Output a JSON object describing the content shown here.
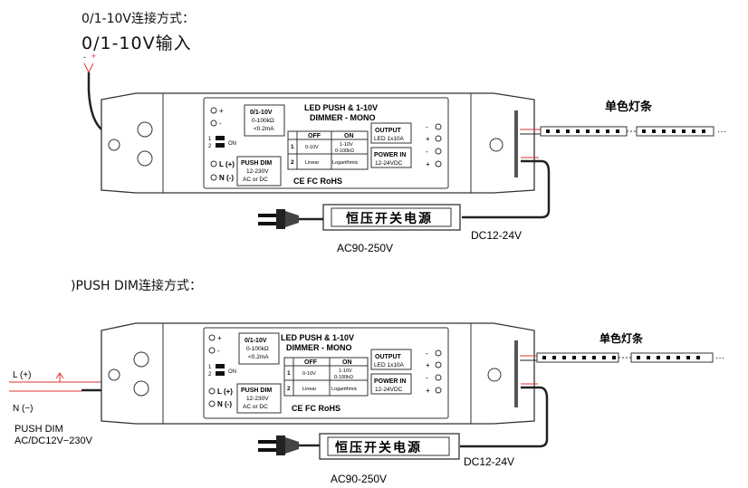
{
  "diagram1": {
    "caption_small": "0/1-10V连接方式：",
    "caption_large": "0/1-10V输入",
    "input_minus": "-",
    "input_plus": "+",
    "strip_label": "单色灯条",
    "psu_label": "恒压开关电源",
    "ac_label": "AC90-250V",
    "dc_label": "DC12-24V",
    "strip_ellipsis": "···"
  },
  "diagram2": {
    "caption": ")PUSH DIM连接方式：",
    "l_label": "L (+)",
    "n_label": "N (−)",
    "push_dim_line1": "PUSH DIM",
    "push_dim_line2": "AC/DC12V−230V",
    "strip_label": "单色灯条",
    "psu_label": "恒压开关电源",
    "ac_label": "AC90-250V",
    "dc_label": "DC12-24V",
    "strip_ellipsis": "···"
  },
  "module": {
    "title_line1": "LED PUSH & 1-10V",
    "title_line2": "DIMMER - MONO",
    "input_box": [
      "0/1-10V",
      "0-100kΩ",
      "<0.2mA"
    ],
    "push_box": [
      "PUSH DIM",
      "12-230V",
      "AC or DC"
    ],
    "output_box": [
      "OUTPUT",
      "LED 1x10A"
    ],
    "power_box": [
      "POWER IN",
      "12-24VDC"
    ],
    "table_headers": [
      "OFF",
      "ON"
    ],
    "table_rows": [
      {
        "num": "1",
        "off": "0-10V",
        "on1": "1-10V",
        "on2": "0-100kΩ"
      },
      {
        "num": "2",
        "off": "Linear",
        "on1": "Logarithmic",
        "on2": ""
      }
    ],
    "certs": "CE  FC  RoHS",
    "left_terminals": [
      "+",
      "-",
      "L (+)",
      "N (-)"
    ],
    "right_terminals": [
      "-",
      "+",
      "-",
      "+"
    ],
    "switch_label_on": "ON",
    "switch_nums": [
      "1",
      "2"
    ]
  }
}
